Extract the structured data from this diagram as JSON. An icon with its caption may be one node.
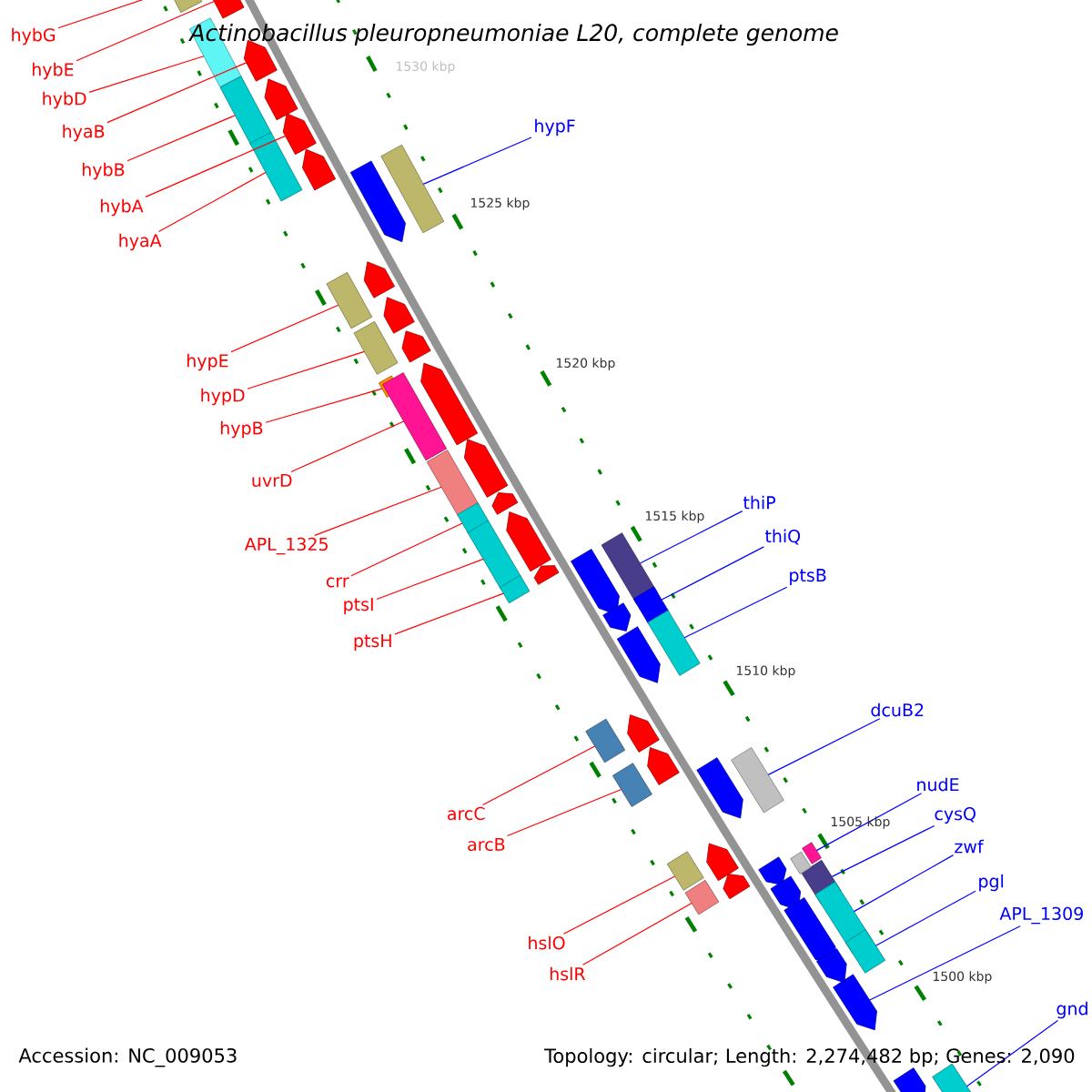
{
  "diagram": {
    "title": "Actinobacillus pleuropneumoniae L20, complete genome",
    "nodes": [
      {
        "text": [
          "hybG"
        ]
      },
      {
        "text": [],
        "shape": "box"
      },
      {
        "text": [
          "hybE"
        ]
      },
      {
        "text": [],
        "shape": "pentagon"
      },
      {
        "text": [
          "hybD"
        ]
      },
      {
        "text": [],
        "shape": "box"
      },
      {
        "text": [
          "hyaB"
        ]
      },
      {
        "text": [],
        "shape": "pentagon"
      },
      {
        "text": [
          "hybB"
        ]
      },
      {
        "text": [],
        "shape": "box"
      },
      {
        "text": [
          "hybA"
        ]
      },
      {
        "text": [],
        "shape": "pentagon"
      },
      {
        "text": [
          "hyaA"
        ]
      },
      {
        "text": [],
        "shape": "box"
      },
      {
        "text": [
          "hypF"
        ]
      },
      {
        "text": [],
        "shape": "box"
      },
      {
        "text": [
          "hypE"
        ]
      },
      {
        "text": [],
        "shape": "box"
      },
      {
        "text": [
          "hypD"
        ]
      },
      {
        "text": [],
        "shape": "box"
      },
      {
        "text": [
          "hypB"
        ]
      },
      {
        "text": [],
        "shape": "box"
      },
      {
        "text": [
          "uvrD"
        ]
      },
      {
        "text": [],
        "shape": "box"
      },
      {
        "text": [
          "APL_1325"
        ]
      },
      {
        "text": [],
        "shape": "box"
      },
      {
        "text": [
          "crr"
        ]
      },
      {
        "text": [],
        "shape": "box"
      },
      {
        "text": [
          "ptsI"
        ]
      },
      {
        "text": [],
        "shape": "box"
      },
      {
        "text": [
          "ptsH"
        ]
      },
      {
        "text": [],
        "shape": "box"
      },
      {
        "text": [
          "thiP"
        ]
      },
      {
        "text": [],
        "shape": "box"
      },
      {
        "text": [
          "thiQ"
        ]
      },
      {
        "text": [],
        "shape": "box"
      },
      {
        "text": [
          "ptsB"
        ]
      },
      {
        "text": [],
        "shape": "box"
      },
      {
        "text": [
          "dcuB2"
        ]
      },
      {
        "text": [],
        "shape": "box"
      },
      {
        "text": [
          "arcC"
        ]
      },
      {
        "text": [],
        "shape": "box"
      },
      {
        "text": [
          "arcB"
        ]
      },
      {
        "text": [],
        "shape": "box"
      },
      {
        "text": [
          "nudE"
        ]
      },
      {
        "text": [],
        "shape": "box"
      },
      {
        "text": [
          "cysQ"
        ]
      },
      {
        "text": [],
        "shape": "box"
      },
      {
        "text": [
          "zwf"
        ]
      },
      {
        "text": [],
        "shape": "box"
      },
      {
        "text": [
          "hslO"
        ]
      },
      {
        "text": [],
        "shape": "box"
      },
      {
        "text": [
          "pgl"
        ]
      },
      {
        "text": [],
        "shape": "box"
      },
      {
        "text": [
          "hslR"
        ]
      },
      {
        "text": [],
        "shape": "box"
      },
      {
        "text": [
          "APL_1309"
        ]
      },
      {
        "text": [],
        "shape": "pentagon"
      },
      {
        "text": [
          "gnd"
        ]
      },
      {
        "text": [],
        "shape": "box"
      },
      {
        "text": [],
        "shape": "pentagon"
      },
      {
        "text": [],
        "shape": "pentagon"
      },
      {
        "text": [],
        "shape": "pentagon"
      },
      {
        "text": [],
        "shape": "pentagon"
      },
      {
        "text": [],
        "shape": "pentagon"
      },
      {
        "text": [],
        "shape": "pentagon"
      },
      {
        "text": [],
        "shape": "pentagon"
      },
      {
        "text": [],
        "shape": "pentagon"
      },
      {
        "text": [],
        "shape": "pentagon"
      },
      {
        "text": [],
        "shape": "pentagon"
      },
      {
        "text": [],
        "shape": "pentagon"
      },
      {
        "text": [],
        "shape": "pentagon"
      },
      {
        "text": [],
        "shape": "pentagon"
      },
      {
        "text": [],
        "shape": "pentagon"
      },
      {
        "text": [],
        "shape": "pentagon"
      },
      {
        "text": [],
        "shape": "pentagon"
      },
      {
        "text": [],
        "shape": "pentagon"
      },
      {
        "text": [],
        "shape": "pentagon"
      },
      {
        "text": [],
        "shape": "pentagon"
      },
      {
        "text": [],
        "shape": "pentagon"
      },
      {
        "text": [],
        "shape": "pentagon"
      },
      {
        "text": [],
        "shape": "pentagon"
      },
      {
        "text": [],
        "shape": "pentagon"
      },
      {
        "text": [],
        "shape": "pentagon"
      },
      {
        "text": [],
        "shape": "box"
      }
    ],
    "edges": [
      {
        "from": 0,
        "to": 1,
        "arrow": "none"
      },
      {
        "from": 2,
        "to": 3,
        "arrow": "none"
      },
      {
        "from": 4,
        "to": 5,
        "arrow": "none"
      },
      {
        "from": 6,
        "to": 7,
        "arrow": "none"
      },
      {
        "from": 8,
        "to": 9,
        "arrow": "none"
      },
      {
        "from": 10,
        "to": 11,
        "arrow": "none"
      },
      {
        "from": 12,
        "to": 13,
        "arrow": "none"
      },
      {
        "from": 14,
        "to": 15,
        "arrow": "none",
        "color": "#0000ff"
      },
      {
        "from": 16,
        "to": 17,
        "arrow": "none"
      },
      {
        "from": 18,
        "to": 19,
        "arrow": "none"
      },
      {
        "from": 20,
        "to": 21,
        "arrow": "none"
      },
      {
        "from": 22,
        "to": 23,
        "arrow": "none"
      },
      {
        "from": 24,
        "to": 25,
        "arrow": "none"
      },
      {
        "from": 26,
        "to": 27,
        "arrow": "none"
      },
      {
        "from": 28,
        "to": 29,
        "arrow": "none"
      },
      {
        "from": 30,
        "to": 31,
        "arrow": "none"
      },
      {
        "from": 32,
        "to": 33,
        "arrow": "none",
        "color": "#0000ff"
      },
      {
        "from": 34,
        "to": 35,
        "arrow": "none",
        "color": "#0000ff"
      },
      {
        "from": 36,
        "to": 37,
        "arrow": "none",
        "color": "#0000ff"
      },
      {
        "from": 38,
        "to": 39,
        "arrow": "none",
        "color": "#0000ff"
      },
      {
        "from": 40,
        "to": 41,
        "arrow": "none"
      },
      {
        "from": 42,
        "to": 43,
        "arrow": "none"
      },
      {
        "from": 44,
        "to": 45,
        "arrow": "none",
        "color": "#0000ff"
      },
      {
        "from": 46,
        "to": 47,
        "arrow": "none",
        "color": "#0000ff"
      },
      {
        "from": 48,
        "to": 49,
        "arrow": "none",
        "color": "#0000ff"
      },
      {
        "from": 50,
        "to": 51,
        "arrow": "none"
      },
      {
        "from": 52,
        "to": 53,
        "arrow": "none",
        "color": "#0000ff"
      },
      {
        "from": 54,
        "to": 55,
        "arrow": "none"
      },
      {
        "from": 56,
        "to": 57,
        "arrow": "none",
        "color": "#0000ff"
      },
      {
        "from": 58,
        "to": 59,
        "arrow": "none",
        "color": "#0000ff"
      }
    ],
    "labels": [
      "1530 kbp",
      "1525 kbp",
      "1520 kbp",
      "1515 kbp",
      "1510 kbp",
      "1505 kbp",
      "1500 kbp",
      "Accession: NC_009053",
      "Topology: circular; Length: 2,274,482 bp; Genes: 2,090"
    ]
  }
}
